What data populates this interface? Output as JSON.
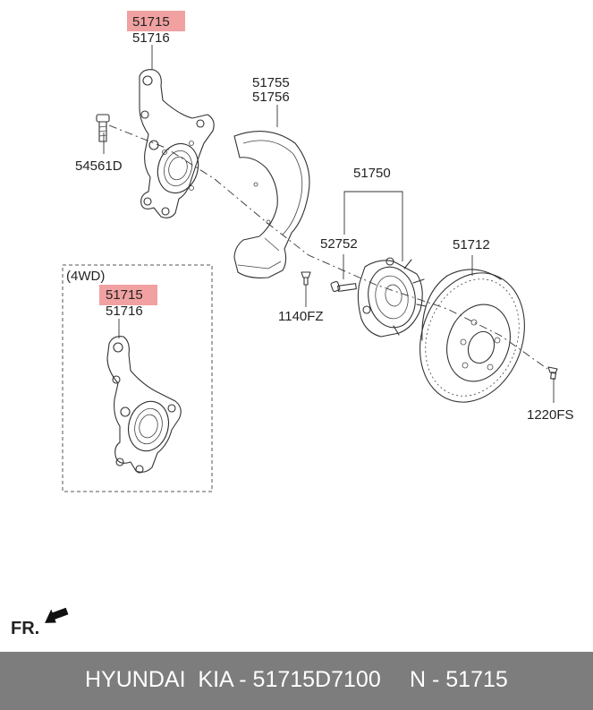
{
  "labels": {
    "knuckle_main": "51715",
    "knuckle_alt": "51716",
    "bolt": "54561D",
    "dust_cover_main": "51755",
    "dust_cover_alt": "51756",
    "screw_cover": "1140FZ",
    "hub_assy": "51750",
    "hub_bolt": "52752",
    "disc": "51712",
    "disc_screw": "1220FS",
    "variant_tag": "(4WD)",
    "knuckle_4wd_main": "51715",
    "knuckle_4wd_alt": "51716",
    "front_indicator": "FR."
  },
  "footer": {
    "brand_part": "HYUNDAI  KIA - 51715D7100",
    "ref": "N - 51715"
  },
  "colors": {
    "highlight": "#ee8a8a",
    "footer_bg": "#7d7d7d",
    "footer_text": "#ffffff",
    "line": "#333333"
  },
  "highlighted_part": "51715"
}
